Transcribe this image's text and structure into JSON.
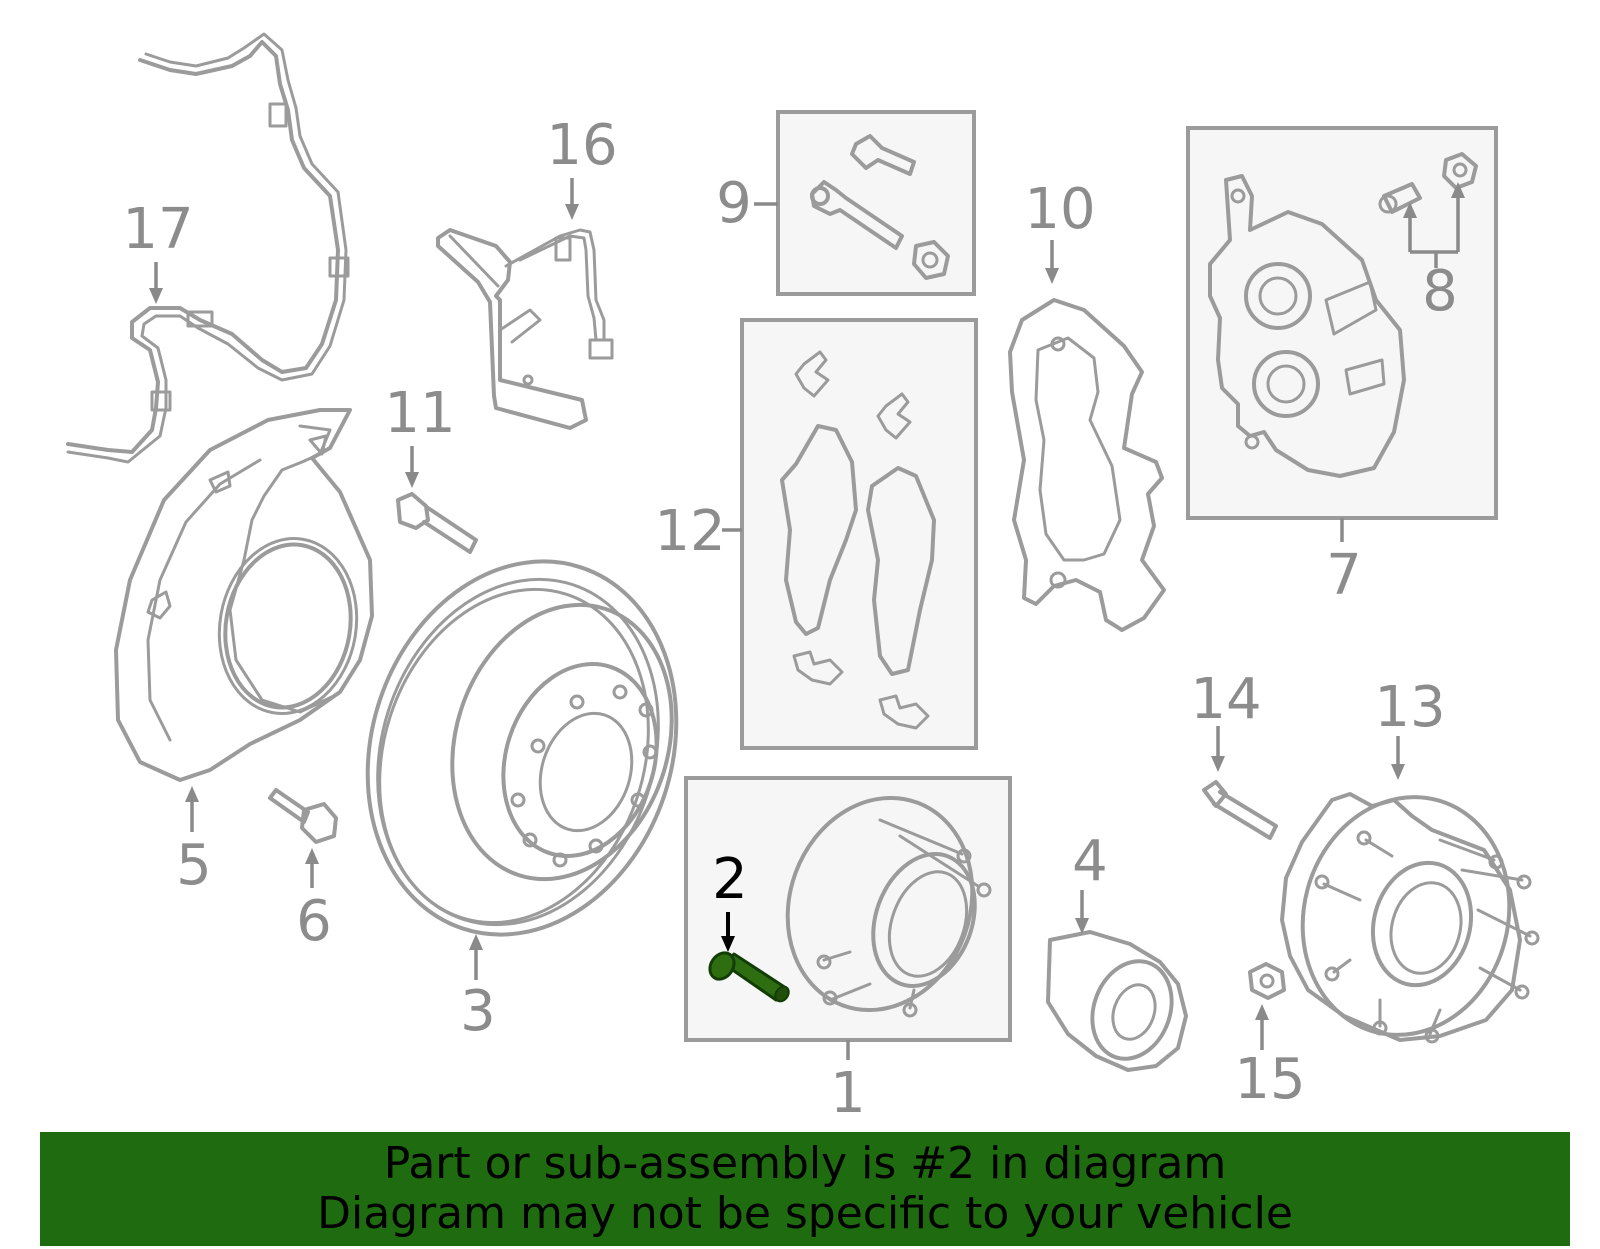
{
  "diagram": {
    "callouts": [
      {
        "id": "1",
        "label": "1"
      },
      {
        "id": "2",
        "label": "2",
        "highlighted": true
      },
      {
        "id": "3",
        "label": "3"
      },
      {
        "id": "4",
        "label": "4"
      },
      {
        "id": "5",
        "label": "5"
      },
      {
        "id": "6",
        "label": "6"
      },
      {
        "id": "7",
        "label": "7"
      },
      {
        "id": "8",
        "label": "8"
      },
      {
        "id": "9",
        "label": "9"
      },
      {
        "id": "10",
        "label": "10"
      },
      {
        "id": "11",
        "label": "11"
      },
      {
        "id": "12",
        "label": "12"
      },
      {
        "id": "13",
        "label": "13"
      },
      {
        "id": "14",
        "label": "14"
      },
      {
        "id": "15",
        "label": "15"
      },
      {
        "id": "16",
        "label": "16"
      },
      {
        "id": "17",
        "label": "17"
      }
    ],
    "highlight_color": "#2f6e10",
    "line_color": "#9b9b9b"
  },
  "banner": {
    "line1": "Part or sub-assembly is #2 in diagram",
    "line2": "Diagram may not be specific to your vehicle",
    "background": "#1f6b0f"
  }
}
